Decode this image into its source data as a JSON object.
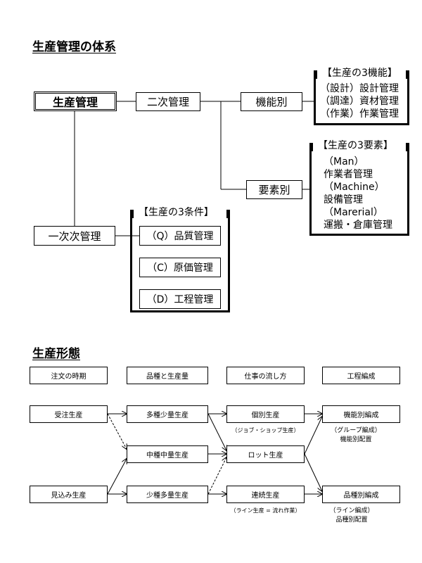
{
  "system": {
    "title": "生産管理の体系",
    "main": "生産管理",
    "secondary": "二次管理",
    "functional": "機能別",
    "elemental": "要素別",
    "primary": "一次次管理",
    "functions_panel": {
      "title": "【生産の3機能】",
      "items": [
        "（設計）設計管理",
        "（調達）資材管理",
        "（作業）作業管理"
      ]
    },
    "elements_panel": {
      "title": "【生産の3要素】",
      "items": [
        "（Man）",
        "作業者管理",
        "（Machine）",
        "設備管理",
        "（Marerial）",
        "運搬・倉庫管理"
      ]
    },
    "conditions_panel": {
      "title": "【生産の3条件】",
      "items": [
        "（Q）品質管理",
        "（C）原価管理",
        "（D）工程管理"
      ]
    }
  },
  "forms": {
    "title": "生産形態",
    "headers": [
      "注文の時期",
      "品種と生産量",
      "仕事の流し方",
      "工程編成"
    ],
    "order": [
      "受注生産",
      "見込み生産"
    ],
    "variety": [
      "多種少量生産",
      "中種中量生産",
      "少種多量生産"
    ],
    "flow": [
      "個別生産",
      "ロット生産",
      "連続生産"
    ],
    "flow_notes": [
      "（ジョブ・ショップ生産）",
      "（ライン生産 = 流れ作業）"
    ],
    "process": [
      "機能別編成",
      "品種別編成"
    ],
    "process_notes": [
      [
        "（グループ編成）",
        "機能別配置"
      ],
      [
        "（ライン編成）",
        "品種別配置"
      ]
    ]
  }
}
